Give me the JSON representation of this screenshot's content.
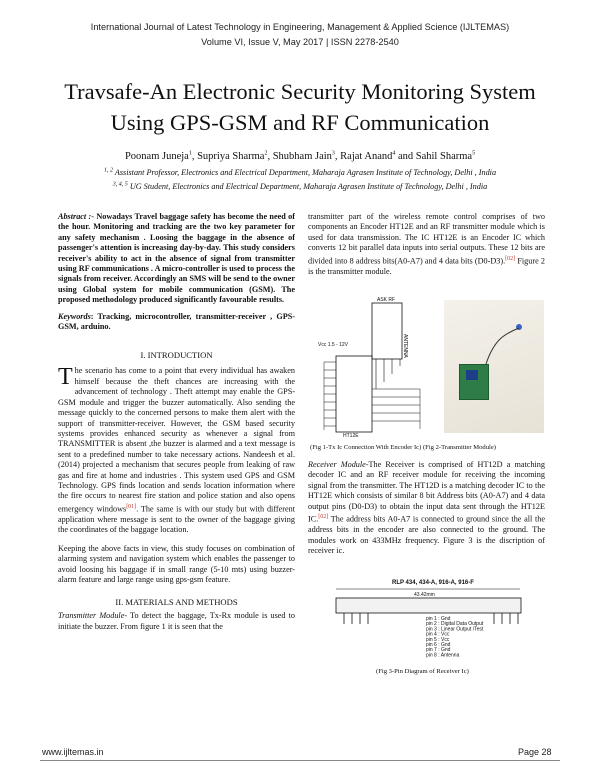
{
  "header": {
    "journal": "International Journal of Latest Technology in Engineering, Management & Applied Science (IJLTEMAS)",
    "volume": "Volume VI, Issue V, May 2017 | ISSN 2278-2540"
  },
  "title": {
    "line1": "Travsafe-An Electronic Security Monitoring System",
    "line2": "Using GPS-GSM and RF Communication"
  },
  "authors": {
    "a1": "Poonam Juneja",
    "a1s": "1",
    "a2": ", Supriya Sharma",
    "a2s": "2",
    "a3": ", Shubham Jain",
    "a3s": "3",
    "a4": ", Rajat Anand",
    "a4s": "4",
    "a5": " and Sahil Sharma",
    "a5s": "5"
  },
  "affiliations": {
    "aff1_sup": "1, 2",
    "aff1": " Assistant Professor, Electronics and Electrical Department, Maharaja Agrasen Institute of Technology, Delhi , India",
    "aff2_sup": "3, 4, 5",
    "aff2": " UG Student, Electronics and Electrical Department, Maharaja Agrasen Institute of Technology, Delhi , India"
  },
  "abstract": {
    "label": "Abstract :-",
    "text": " Nowadays Travel baggage safety has become the need of the hour. Monitoring and tracking are the two key parameter for any safety mechanism . Loosing the baggage in the absence of passenger's attention is increasing day-by-day. This study considers receiver's ability to act in the absence of signal from transmitter using RF communications . A micro-controller is used to process the signals from receiver. Accordingly an SMS will be send to the owner using Global system for mobile communication (GSM). The proposed methodology produced significantly favourable results.",
    "keywords_label": "Keywords",
    "keywords": ": Tracking, microcontroller, transmitter-receiver , GPS-GSM, arduino."
  },
  "sections": {
    "intro_title": "I. INTRODUCTION",
    "intro_dropcap": "T",
    "intro_p1": "he scenario has come to a point that every individual has awaken himself because the theft chances are increasing with the advancement of technology . Theft attempt may enable the GPS-GSM module and trigger the buzzer automatically. Also sending the message quickly to the concerned persons to make them alert with the support of transmitter-receiver. However, the GSM based security systems provides enhanced security as whenever a signal from TRANSMITTER is absent ,the buzzer is alarmed and a text message is sent to a predefined number to take necessary actions. Nandeesh et al. (2014) projected a mechanism that secures people from leaking of raw gas and fire at home and industries . This system used GPS and GSM Technology. GPS finds location and sends location information where the fire occurs to nearest fire station and police station and also opens emergency windows",
    "intro_p1_ref": "[01]",
    "intro_p1_end": ". The same is with our study but with different application where message is sent to the owner of the baggage giving the coordinates of the baggage location.",
    "intro_p2": "Keeping the above facts in view, this study focuses on combination of alarming system and navigation system which enables the passenger to avoid loosing his baggage if in small range (5-10 mts) using buzzer-alarm feature and large range using gps-gsm feature.",
    "methods_title": "II. MATERIALS AND METHODS",
    "tx_label": "Transmitter Module",
    "tx_text": "- To detect the baggage, Tx-Rx module is used to initiate the buzzer. From figure 1 it is seen that the",
    "right_p1": "transmitter part of the wireless remote control comprises of two components an Encoder HT12E and an RF transmitter module which is used for data transmission. The IC HT12E is an Encoder IC which converts 12 bit parallel data inputs into serial outputs. These 12 bits are divided into 8 address bits(A0-A7) and 4 data bits (D0-D3).",
    "right_p1_ref": "[02]",
    "right_p1_end": " Figure 2 is the transmitter module.",
    "fig_caption_12": "(Fig 1-Tx Ic Connection With Encoder Ic)   (Fig 2-Transmitter Module)",
    "rx_label": "Receiver Module",
    "rx_text": "-The Receiver is comprised of HT12D a matching decoder IC and an RF receiver module for receiving the incoming signal from the transmitter. The HT12D is a matching decoder IC to the HT12E which consists of similar 8 bit Address bits (A0-A7) and 4 data output pins (D0-D3) to obtain the input data sent through the HT12E IC.",
    "rx_ref": "[02]",
    "rx_end": " The address bits A0-A7 is connected to ground since the all the address bits in the encoder are also connected to the ground. The modules work on 433MHz frequency. Figure 3 is the discription of receiver ic.",
    "fig_caption_3": "(Fig 3-Pin Diagram of Receiver Ic)"
  },
  "figures": {
    "fig1_module_label": "ASK RF\nTransmitter",
    "fig1_vcc": "Vcc 1.5 - 12V",
    "fig1_ic": "HT12E",
    "fig1_antenna": "ANTENNA",
    "fig3_title": "RLP 434, 434-A, 916-A, 916-F",
    "fig3_width": "43.42mm",
    "fig3_pins": [
      "pin 1 : Gnd",
      "pin 2 : Digital Data Output",
      "pin 3 : Linear Output /Test",
      "pin 4 : Vcc",
      "pin 5 : Vcc",
      "pin 6 : Gnd",
      "pin 7 : Gnd",
      "pin 8 : Antenna"
    ]
  },
  "footer": {
    "site": "www.ijltemas.in",
    "page": "Page 28"
  }
}
